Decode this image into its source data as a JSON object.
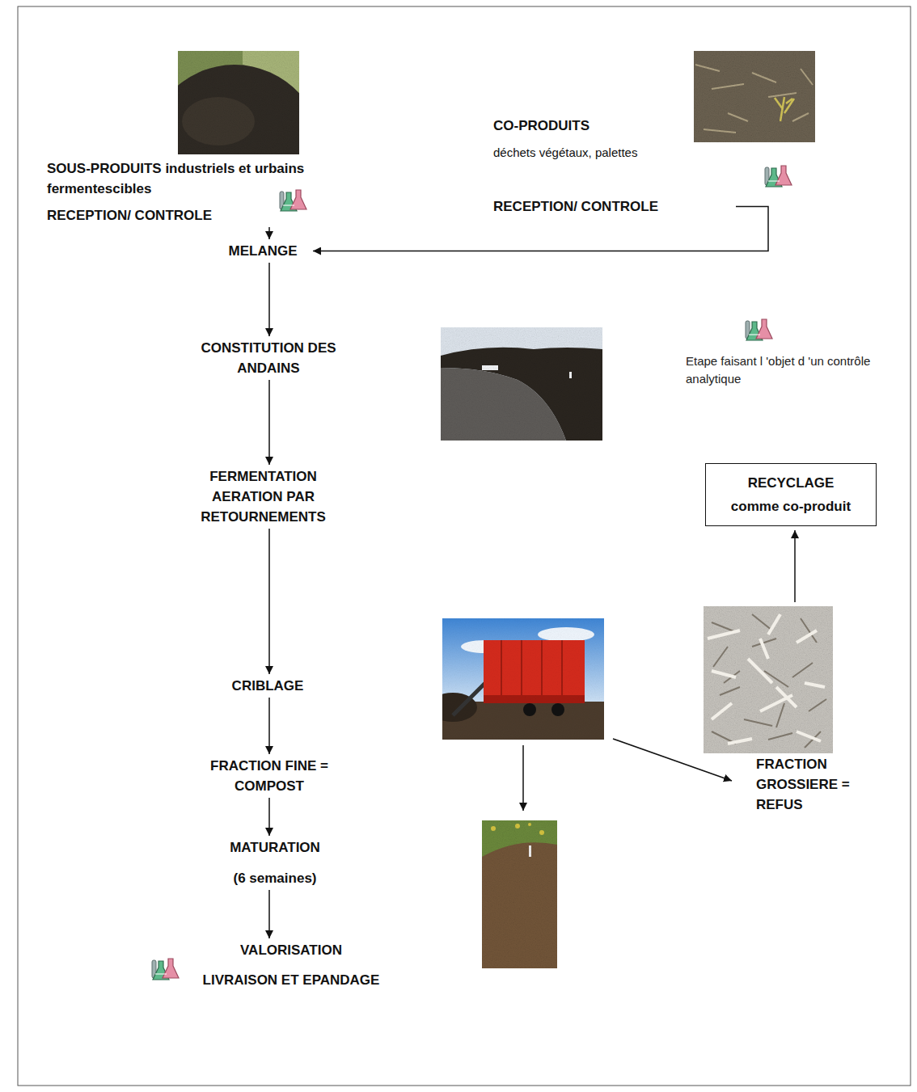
{
  "diagram": {
    "nodes": [
      {
        "text": [
          "SOUS-PRODUITS industriels et urbains fermentescibles",
          "RECEPTION/ CONTROLE"
        ]
      },
      {
        "text": [
          "CO-PRODUITS",
          "déchets végétaux, palettes",
          "RECEPTION/ CONTROLE"
        ]
      },
      {
        "text": [
          "MELANGE"
        ]
      },
      {
        "text": [
          "CONSTITUTION DES ANDAINS"
        ]
      },
      {
        "text": [
          "FERMENTATION AERATION PAR RETOURNEMENTS"
        ]
      },
      {
        "text": [
          "CRIBLAGE"
        ]
      },
      {
        "text": [
          "FRACTION FINE = COMPOST"
        ]
      },
      {
        "text": [
          "MATURATION",
          "(6 semaines)"
        ]
      },
      {
        "text": [
          "VALORISATION",
          "LIVRAISON ET EPANDAGE"
        ]
      },
      {
        "text": [
          "RECYCLAGE",
          "comme co-produit"
        ]
      },
      {
        "text": [
          "FRACTION GROSSIERE = REFUS"
        ]
      }
    ],
    "edges": [
      {
        "from": 0,
        "to": 2,
        "arrow": "to"
      },
      {
        "from": 1,
        "to": 2,
        "arrow": "to"
      },
      {
        "from": 2,
        "to": 3,
        "arrow": "to"
      },
      {
        "from": 3,
        "to": 4,
        "arrow": "to"
      },
      {
        "from": 4,
        "to": 5,
        "arrow": "to"
      },
      {
        "from": 5,
        "to": 6,
        "arrow": "to"
      },
      {
        "from": 6,
        "to": 7,
        "arrow": "to"
      },
      {
        "from": 7,
        "to": 8,
        "arrow": "to"
      }
    ],
    "legend": [
      {
        "text": "Etape faisant l 'objet d 'un contrôle analytique"
      }
    ]
  }
}
